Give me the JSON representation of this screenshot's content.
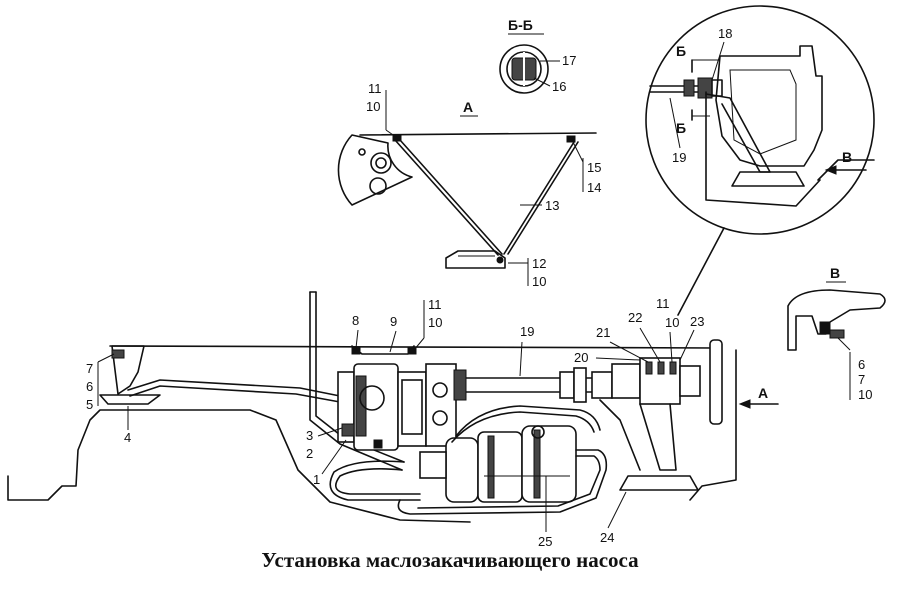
{
  "caption": "Установка маслозакачивающего насоса",
  "views": {
    "A": "А",
    "B": "В",
    "BB": "Б-Б",
    "B_cut": "Б"
  },
  "callouts": {
    "n1": "1",
    "n2": "2",
    "n3": "3",
    "n4": "4",
    "n5": "5",
    "n6": "6",
    "n7": "7",
    "n8": "8",
    "n9": "9",
    "n10": "10",
    "n11": "11",
    "n12": "12",
    "n13": "13",
    "n14": "14",
    "n15": "15",
    "n16": "16",
    "n17": "17",
    "n18": "18",
    "n19": "19",
    "n20": "20",
    "n21": "21",
    "n22": "22",
    "n23": "23",
    "n24": "24",
    "n25": "25"
  }
}
